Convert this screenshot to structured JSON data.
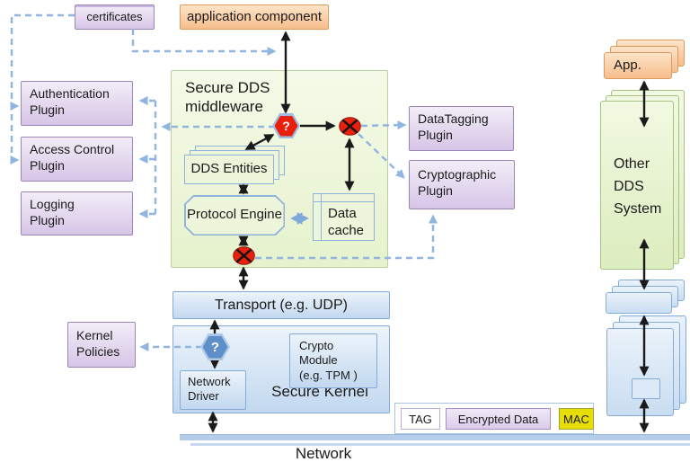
{
  "title": "Secure DDS architecture diagram",
  "nodes": {
    "certificates": {
      "label": "certificates"
    },
    "application_component": {
      "label": "application component"
    },
    "authentication_plugin": {
      "label": "Authentication Plugin"
    },
    "access_control_plugin": {
      "label": "Access Control Plugin"
    },
    "logging_plugin": {
      "label": "Logging Plugin"
    },
    "middleware": {
      "label": "Secure DDS middleware"
    },
    "dds_entities": {
      "label": "DDS Entities"
    },
    "protocol_engine": {
      "label": "Protocol Engine"
    },
    "data_cache": {
      "label": "Data cache"
    },
    "datatagging_plugin": {
      "label": "DataTagging Plugin"
    },
    "cryptographic_plugin": {
      "label": "Cryptographic Plugin"
    },
    "transport": {
      "label": "Transport (e.g. UDP)"
    },
    "secure_kernel": {
      "label": "Secure Kernel"
    },
    "network_driver": {
      "label": "Network Driver"
    },
    "crypto_module": {
      "lines": [
        "Crypto",
        "Module",
        "(e.g. TPM )"
      ]
    },
    "kernel_policies": {
      "label": "Kernel Policies"
    },
    "network": {
      "label": "Network"
    },
    "app_stack": {
      "label": "App."
    },
    "other_dds_system": {
      "lines": [
        "Other",
        "DDS",
        "System"
      ]
    }
  },
  "legend": {
    "tag": "TAG",
    "encrypted_data": "Encrypted Data",
    "mac": "MAC"
  },
  "icons": {
    "question_mark": "?"
  },
  "colors": {
    "orange": "#f6bd8c",
    "purple": "#d7c5e7",
    "green": "#e6f2cd",
    "blue": "#c2d8ef",
    "red": "#e8200a",
    "yellow": "#e6de04",
    "dashed_blue": "#8fb5e0",
    "hexagon_blue": "#5e8fc9"
  }
}
